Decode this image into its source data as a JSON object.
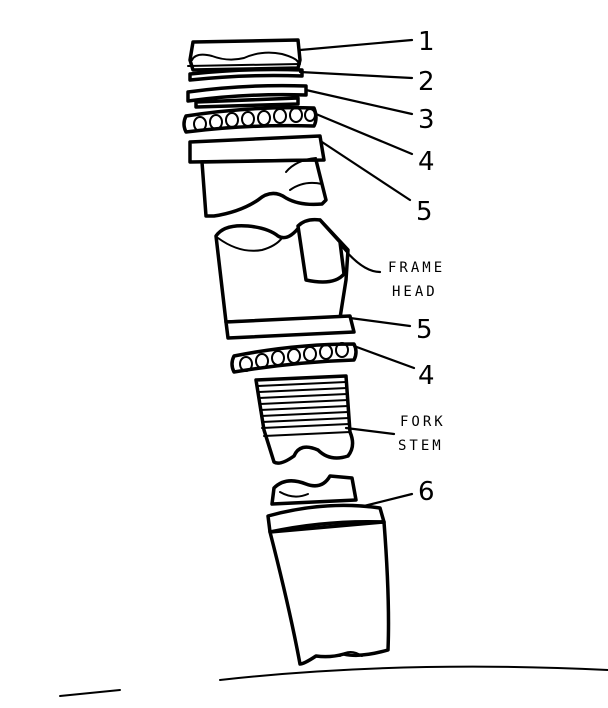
{
  "callouts": {
    "c1": "1",
    "c2": "2",
    "c3": "3",
    "c4_top": "4",
    "c5_top": "5",
    "frame_head_line1": "FRAME",
    "frame_head_line2": "HEAD",
    "c5_bottom": "5",
    "c4_bottom": "4",
    "fork_stem_line1": "FORK",
    "fork_stem_line2": "STEM",
    "c6": "6"
  }
}
